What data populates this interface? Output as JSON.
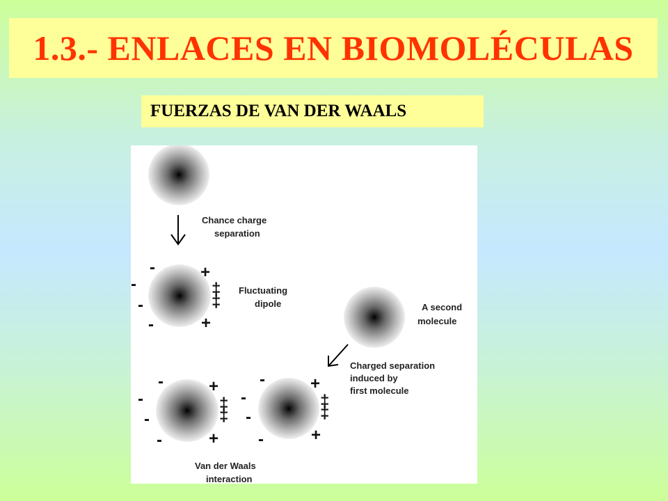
{
  "title": "1.3.- ENLACES EN BIOMOLÉCULAS",
  "subtitle": "FUERZAS DE VAN DER WAALS",
  "diagram": {
    "labels": {
      "chance_line1": "Chance charge",
      "chance_line2": "separation",
      "fluct_line1": "Fluctuating",
      "fluct_line2": "dipole",
      "second_line1": "A second",
      "second_line2": "molecule",
      "induced_line1": "Charged separation",
      "induced_line2": "induced by",
      "induced_line3": "first molecule",
      "vdw_line1": "Van der Waals",
      "vdw_line2": "interaction"
    },
    "signs": {
      "minus": "-",
      "plus": "+",
      "double": "‡"
    }
  }
}
